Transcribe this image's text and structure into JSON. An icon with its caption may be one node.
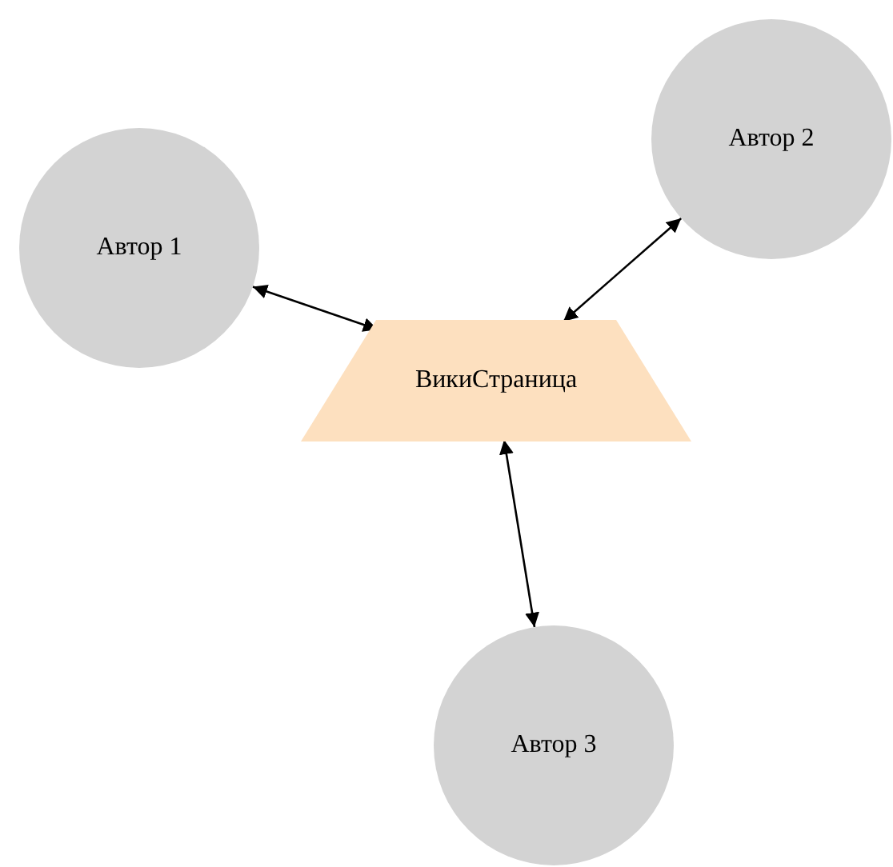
{
  "diagram": {
    "nodes": [
      {
        "text": [
          "Автор 1"
        ]
      },
      {
        "text": [
          "Автор 2"
        ]
      },
      {
        "text": [
          "ВикиСтраница"
        ]
      },
      {
        "text": [
          "Автор 3"
        ]
      }
    ],
    "edges": [
      {
        "from": 2,
        "to": 0,
        "arrow": "both"
      },
      {
        "from": 2,
        "to": 1,
        "arrow": "both"
      },
      {
        "from": 2,
        "to": 3,
        "arrow": "both"
      }
    ]
  }
}
